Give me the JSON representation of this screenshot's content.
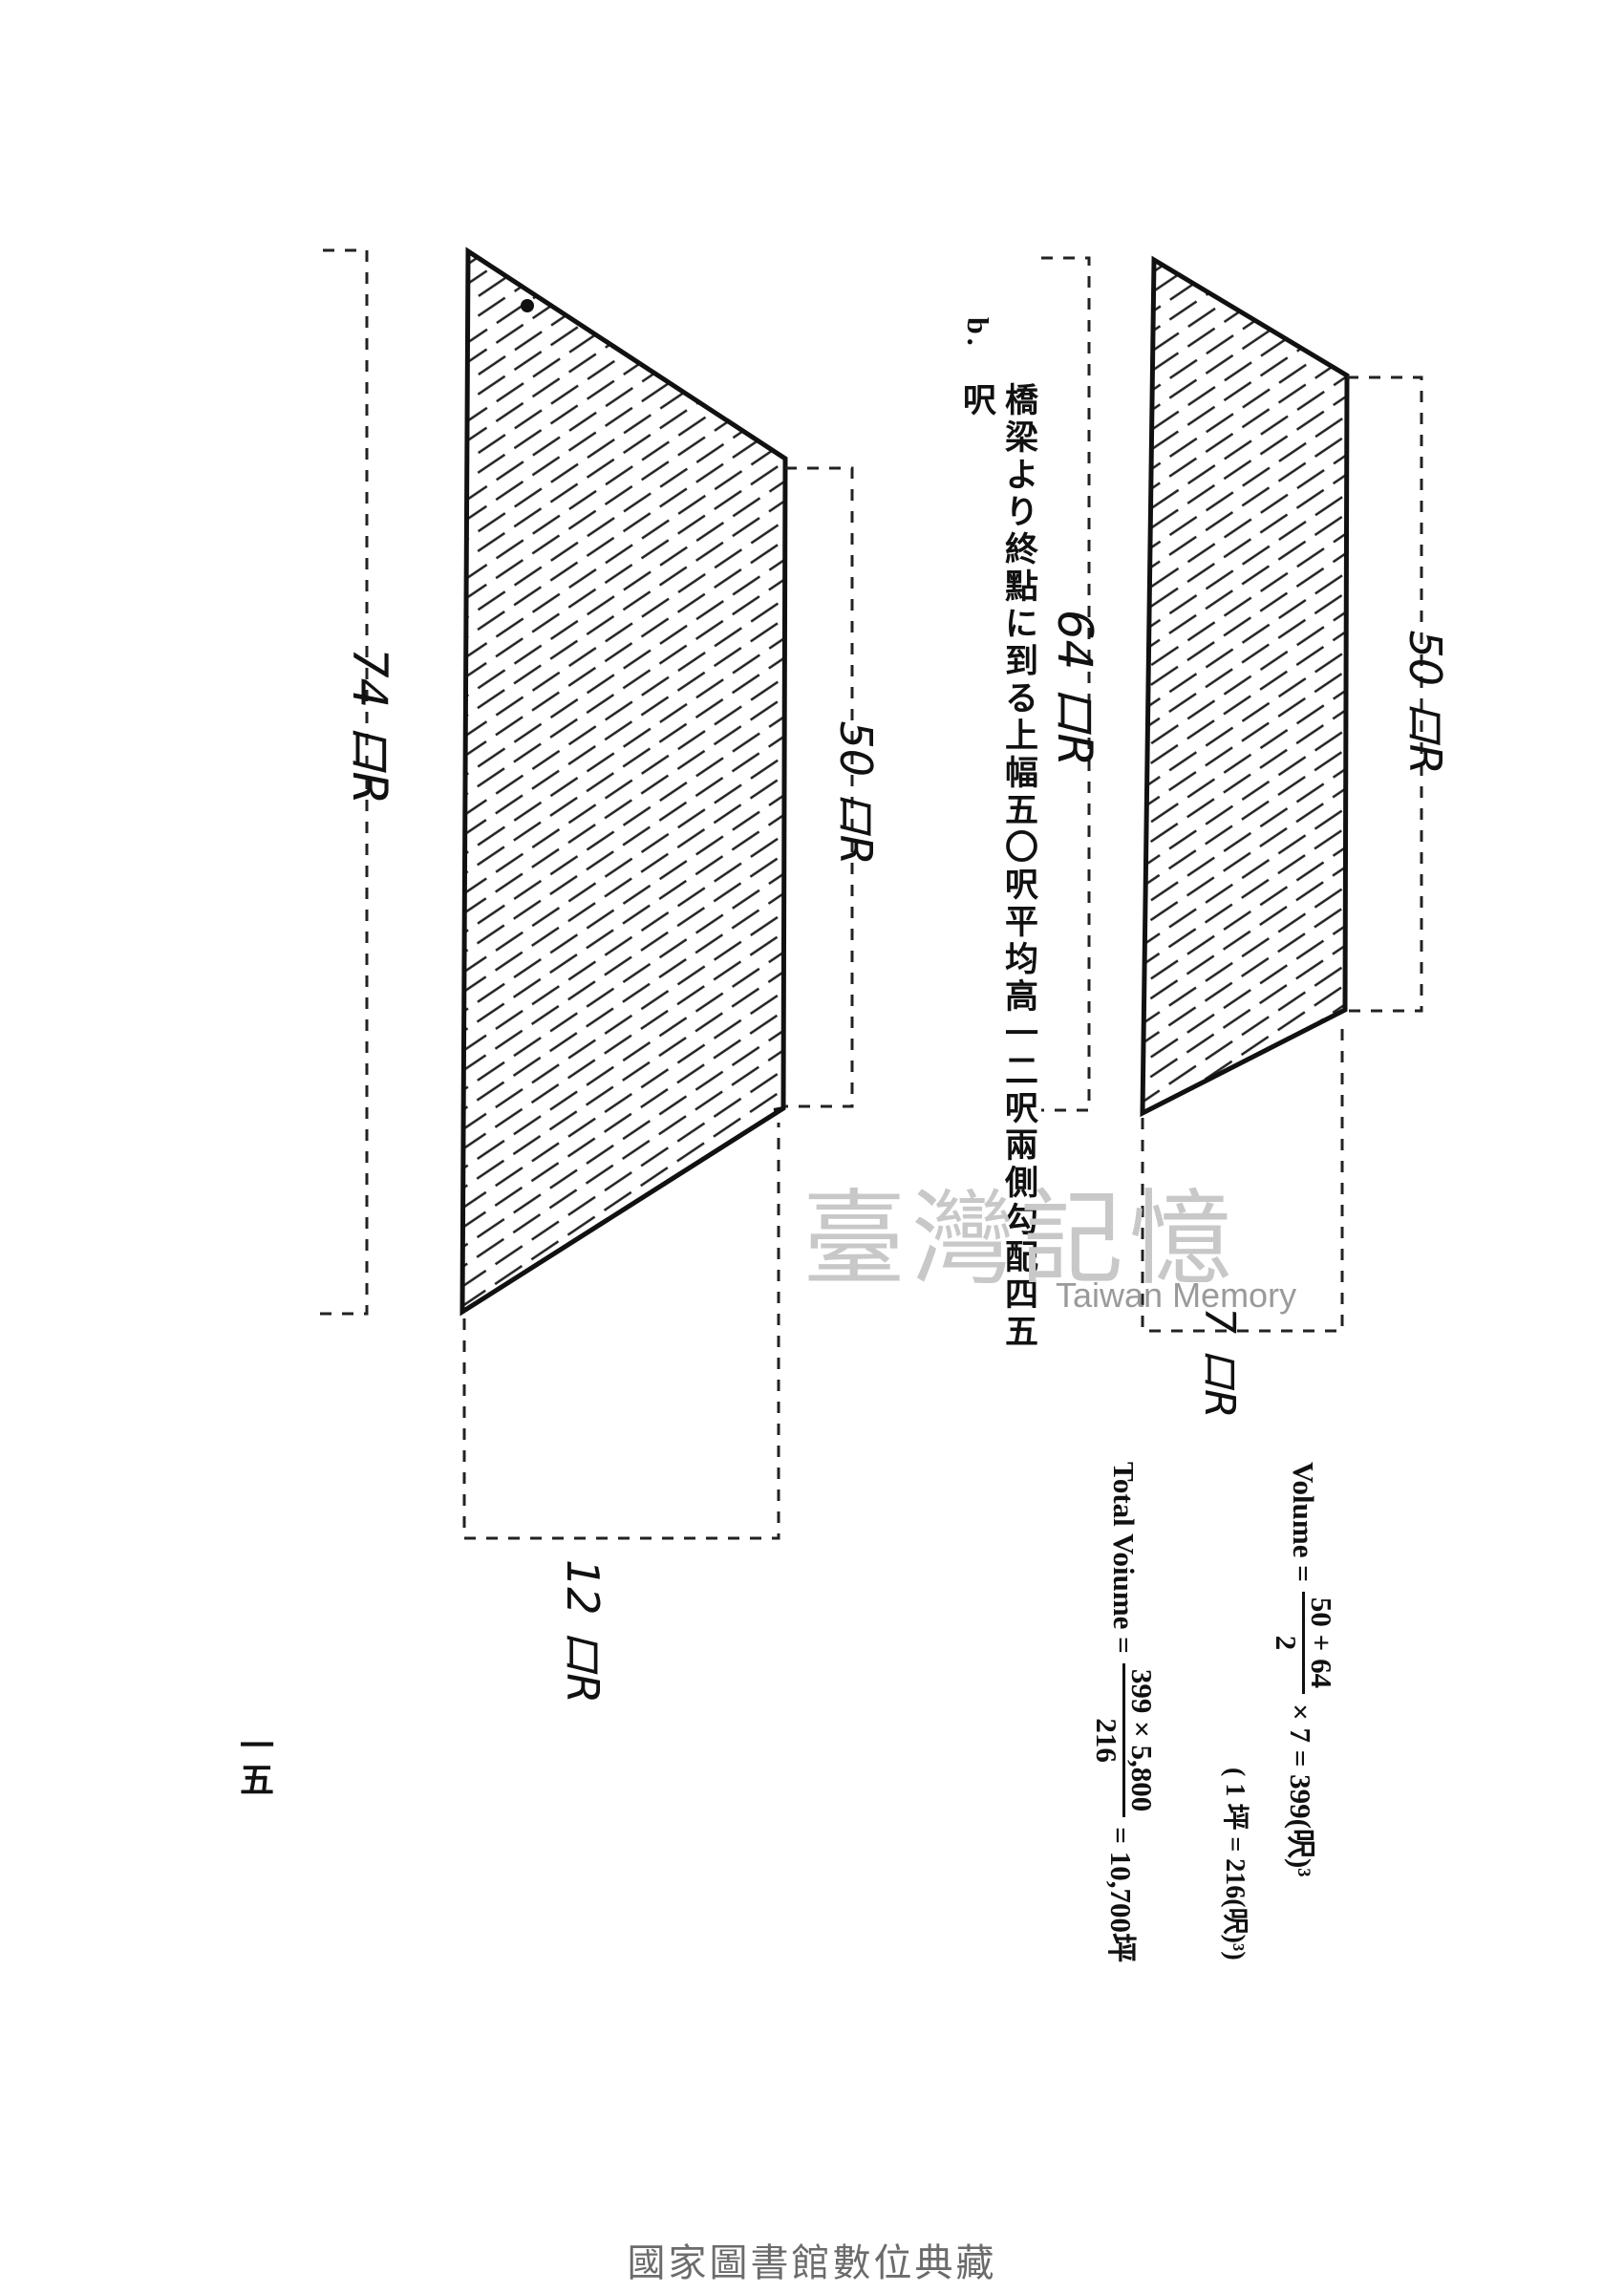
{
  "section_label": "b.",
  "heading": "橋梁より終點に到る上幅五〇呎平均高一二呎兩側勾配四五呎",
  "left_figure": {
    "height_label": "74 ロR",
    "top_width_label": "50 ロR",
    "base_label": "12 ロR"
  },
  "right_figure": {
    "height_label": "64 ロR",
    "top_width_label": "50 ロR",
    "base_label": "7 ロR"
  },
  "volume": {
    "label": "Volume =",
    "numerator": "50  +  64",
    "denominator": "2",
    "rest": "× 7 = 399(呎)³",
    "note": "( 1 坪 = 216(呎)³)"
  },
  "total_volume": {
    "label": "Total Voiume =",
    "numerator": "399  ×  5,800",
    "denominator": "216",
    "rest": "= 10,700坪"
  },
  "page_number": "一五",
  "watermark": "臺灣記憶",
  "watermark_en": "Taiwan Memory",
  "footer": "國家圖書館數位典藏"
}
